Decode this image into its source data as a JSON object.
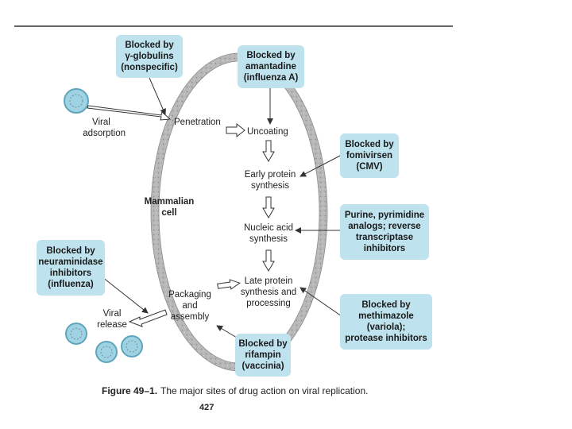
{
  "boxes": {
    "globulins": [
      "Blocked by",
      "γ-globulins",
      "(nonspecific)"
    ],
    "amantadine": [
      "Blocked by",
      "amantadine",
      "(influenza A)"
    ],
    "fomivirsen": [
      "Blocked by",
      "fomivirsen",
      "(CMV)"
    ],
    "purine": [
      "Purine, pyrimidine",
      "analogs; reverse",
      "transcriptase",
      "inhibitors"
    ],
    "neuraminidase": [
      "Blocked by",
      "neuraminidase",
      "inhibitors",
      "(influenza)"
    ],
    "methimazole": [
      "Blocked by",
      "methimazole",
      "(variola);",
      "protease inhibitors"
    ],
    "rifampin": [
      "Blocked by",
      "rifampin",
      "(vaccinia)"
    ]
  },
  "steps": {
    "adsorption": [
      "Viral",
      "adsorption"
    ],
    "penetration": [
      "Penetration"
    ],
    "uncoating": [
      "Uncoating"
    ],
    "early": [
      "Early protein",
      "synthesis"
    ],
    "nucleic": [
      "Nucleic acid",
      "synthesis"
    ],
    "late": [
      "Late protein",
      "synthesis and",
      "processing"
    ],
    "packaging": [
      "Packaging",
      "and",
      "assembly"
    ],
    "release": [
      "Viral",
      "release"
    ]
  },
  "cell_label": [
    "Mammalian",
    "cell"
  ],
  "caption": {
    "figure": "Figure 49–1.",
    "text": "The major sites of drug action on viral replication."
  },
  "page_number": "427",
  "colors": {
    "box_fill": "#bfe3ee",
    "membrane": "#9a9a9a",
    "virus_fill": "#9fd3e3",
    "virus_stroke": "#5fa6bd",
    "arrow": "#333333"
  }
}
